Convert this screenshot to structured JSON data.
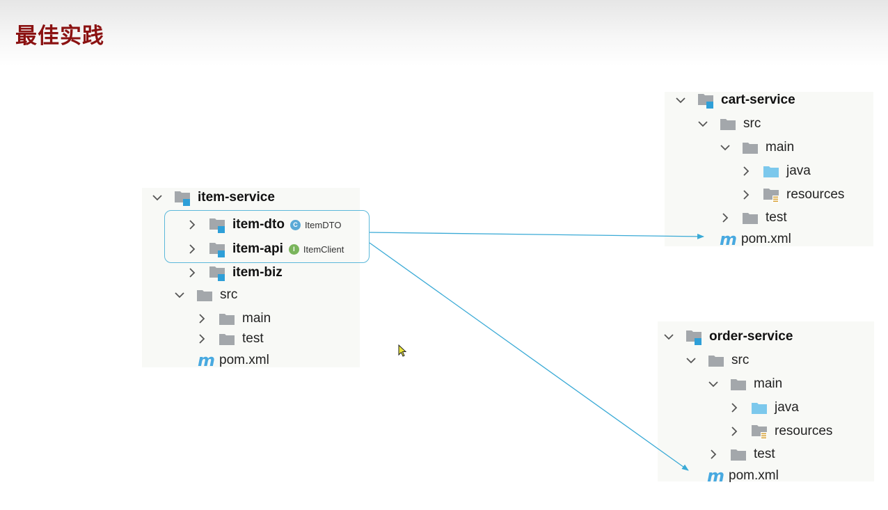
{
  "title": "最佳实践",
  "item_tree": {
    "root": "item-service",
    "modules": [
      {
        "label": "item-dto",
        "badge_type": "C",
        "badge_label": "ItemDTO"
      },
      {
        "label": "item-api",
        "badge_type": "I",
        "badge_label": "ItemClient"
      },
      {
        "label": "item-biz"
      }
    ],
    "src": "src",
    "main": "main",
    "test": "test",
    "pom": "pom.xml"
  },
  "cart_tree": {
    "root": "cart-service",
    "src": "src",
    "main": "main",
    "java": "java",
    "resources": "resources",
    "test": "test",
    "pom": "pom.xml"
  },
  "order_tree": {
    "root": "order-service",
    "src": "src",
    "main": "main",
    "java": "java",
    "resources": "resources",
    "test": "test",
    "pom": "pom.xml"
  },
  "icons": {
    "module_folder": "module-folder-icon",
    "folder": "folder-icon",
    "source_folder": "source-folder-icon",
    "resources_folder": "resources-folder-icon",
    "maven": "maven-icon",
    "chevron_right": "chevron-right-icon",
    "chevron_down": "chevron-down-icon"
  },
  "colors": {
    "title": "#8b1212",
    "arrow": "#3aaad6",
    "highlight_border": "#5bb8da",
    "folder": "#9aa0a6",
    "module_badge": "#2e9fd8",
    "source_folder": "#7cc8ec"
  }
}
